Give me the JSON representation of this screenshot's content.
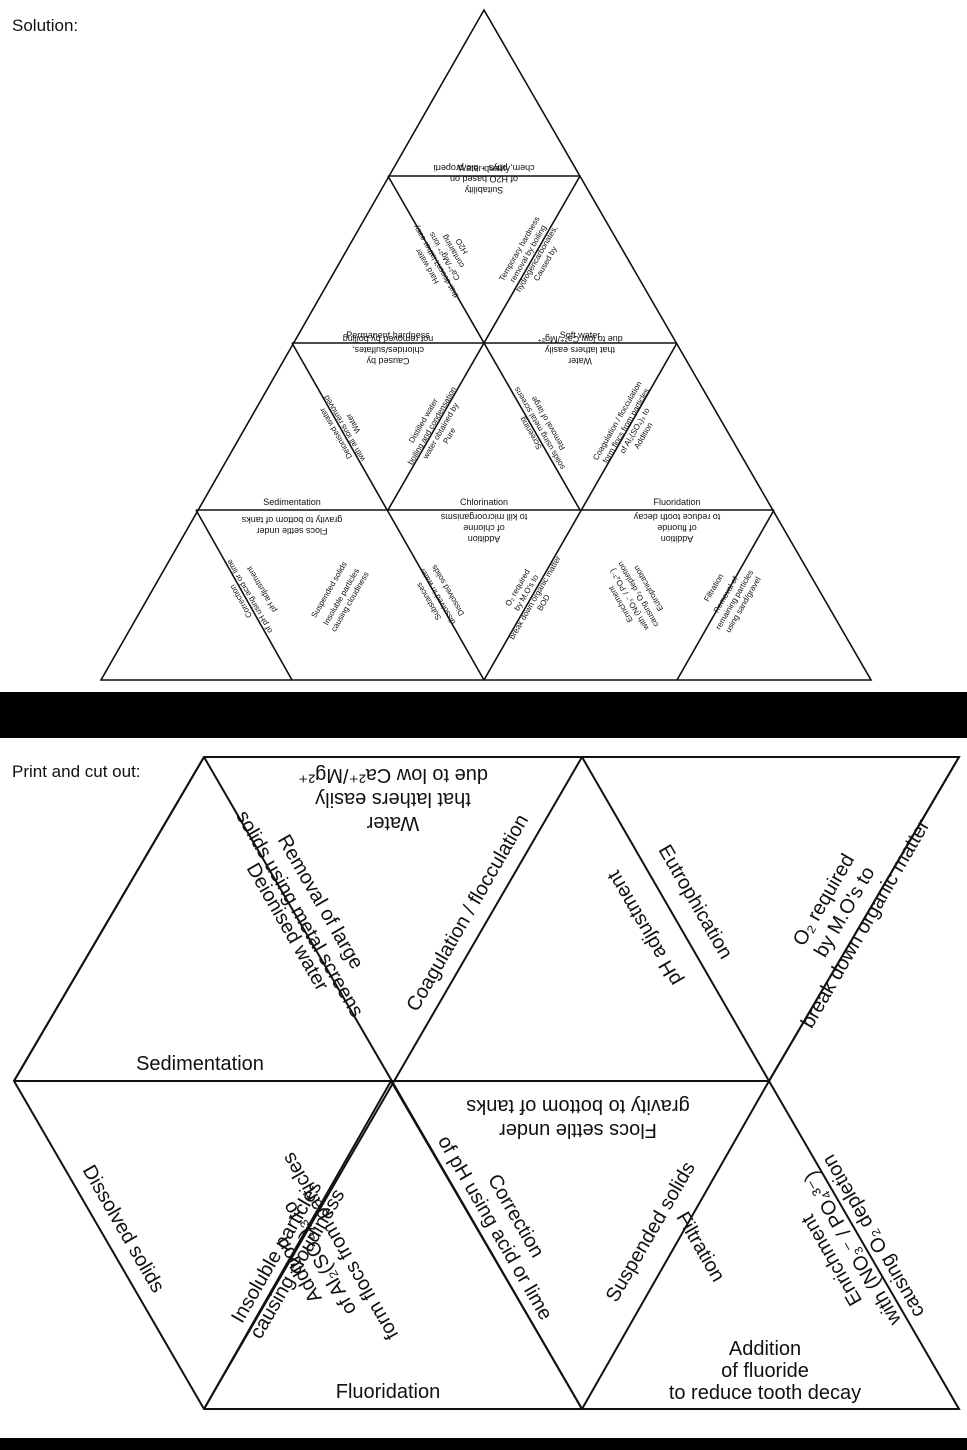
{
  "solution_label": "Solution:",
  "print_label": "Print and cut out:",
  "solution_puzzle": {
    "edges": {
      "water_quality": "Water quality",
      "suitability": [
        "Suitability",
        "of H2O based on",
        "chem, phys + bio properti"
      ],
      "hard_water": [
        "Hard water",
        "that doesn't lather easy",
        "Ca²⁺/Mg²⁺ ions",
        "containing",
        "H2O"
      ],
      "temporary_hardness": [
        "Temporary hardness",
        "removal by boiling",
        "hydrogencarbonates,",
        "Caused by"
      ],
      "permanent_hardness": "Permanent hardness",
      "permanent_caused": [
        "Caused by",
        "chlorides/sulfates,",
        "not removed by boiling"
      ],
      "soft_water": "Soft water",
      "soft_water_def": [
        "Water",
        "that lathers easily",
        "due to low Ca²⁺/Mg²⁺"
      ],
      "deionised_water": [
        "Deionised water",
        "with all ions removed",
        "Water"
      ],
      "distilled_water": [
        "Distilled water",
        "boiling and condensation",
        "water obtained by",
        "Pure"
      ],
      "screening": [
        "Screening",
        "solids using metal screens",
        "Removal of large"
      ],
      "coagulation": [
        "Coagulation / flocculation",
        "form flocs from particles",
        "of Al₂(SO₄)₃ to",
        "Addition"
      ],
      "sedimentation": "Sedimentation",
      "sedimentation_def": [
        "Flocs settle under",
        "gravity to bottom of tanks"
      ],
      "chlorination": "Chlorination",
      "chlorination_def": [
        "Addition",
        "of chlorine",
        "to kill microorganisms"
      ],
      "fluoridation": "Fluoridation",
      "fluoridation_def": [
        "Addition",
        "of fluoride",
        "to reduce tooth decay"
      ],
      "ph_adjustment": [
        "Correction",
        "of pH using acid or lime",
        "pH adjustment"
      ],
      "suspended_solids": [
        "Suspended solids",
        "Insoluble particles",
        "causing cloudiness"
      ],
      "dissolved_solids": [
        "Dissolved solids",
        "Substances",
        "dissolved in water"
      ],
      "bod": [
        "BOD",
        "O₂ required",
        "by M.O's to",
        "break down organic matter"
      ],
      "eutrophication": [
        "Eutrophication",
        "with (NO₃⁻ / PO₄³⁻)",
        "Enrichment",
        "causing O₂ depletion"
      ],
      "filtration": [
        "Filtration",
        "Removal of",
        "remaining particles",
        "using sand/gravel"
      ]
    }
  },
  "cut_out_puzzle": {
    "water_soft": [
      "Water",
      "that lathers easily",
      "due to low Ca²⁺/Mg²⁺"
    ],
    "removal_screens": [
      "Removal of large",
      "solids using metal screens"
    ],
    "deionised_water": "Deionised water",
    "coagulation": "Coagulation / flocculation",
    "eutrophication": "Eutrophication",
    "ph_adjustment": "pH adjustment",
    "bod": [
      "O₂ required",
      "by M.O's to",
      "break down organic matter"
    ],
    "sedimentation": "Sedimentation",
    "flocs": [
      "Flocs settle under",
      "gravity to bottom of tanks"
    ],
    "dissolved_solids": "Dissolved solids",
    "insoluble": [
      "Insoluble particles",
      "causing cloudiness"
    ],
    "addition_al": [
      "Addition",
      "of Al₂(SO₄)₃ to",
      "form flocs from particles"
    ],
    "correction": [
      "Correction",
      "of pH using acid or lime"
    ],
    "suspended_solids": "Suspended solids",
    "filtration": "Filtration",
    "enrichment": [
      "Enrichment",
      "with (NO₃⁻ / PO₄³⁻)",
      "causing O₂ depletion"
    ],
    "fluoridation": "Fluoridation",
    "addition_fluoride": [
      "Addition",
      "of fluoride",
      "to reduce tooth decay"
    ]
  }
}
